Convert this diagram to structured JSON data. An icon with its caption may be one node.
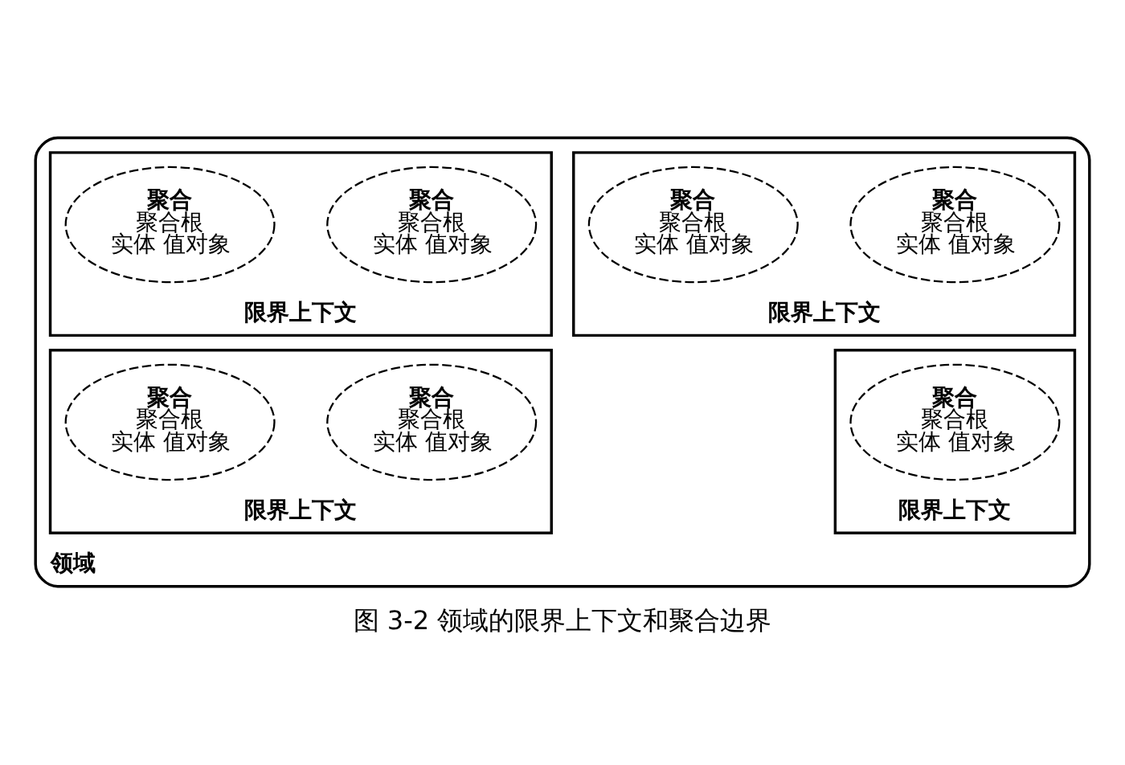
{
  "diagram": {
    "caption": "图 3-2 领域的限界上下文和聚合边界",
    "nodes": [
      {
        "text": [
          "领域"
        ]
      },
      {
        "text": [
          "限界上下文"
        ],
        "in": 0
      },
      {
        "text": [
          "聚合",
          "聚合根",
          "实体 值对象"
        ],
        "in": 1
      },
      {
        "text": [
          "聚合",
          "聚合根",
          "实体 值对象"
        ],
        "in": 1
      },
      {
        "text": [
          "限界上下文"
        ],
        "in": 0
      },
      {
        "text": [
          "聚合",
          "聚合根",
          "实体 值对象"
        ],
        "in": 4
      },
      {
        "text": [
          "聚合",
          "聚合根",
          "实体 值对象"
        ],
        "in": 4
      },
      {
        "text": [
          "限界上下文"
        ],
        "in": 0
      },
      {
        "text": [
          "聚合",
          "聚合根",
          "实体 值对象"
        ],
        "in": 7
      },
      {
        "text": [
          "限界上下文"
        ],
        "in": 0
      },
      {
        "text": [
          "聚合",
          "聚合根",
          "实体 值对象"
        ],
        "in": 9
      },
      {
        "text": [
          "聚合",
          "聚合根",
          "实体 值对象"
        ],
        "in": 9
      }
    ],
    "edges": []
  }
}
